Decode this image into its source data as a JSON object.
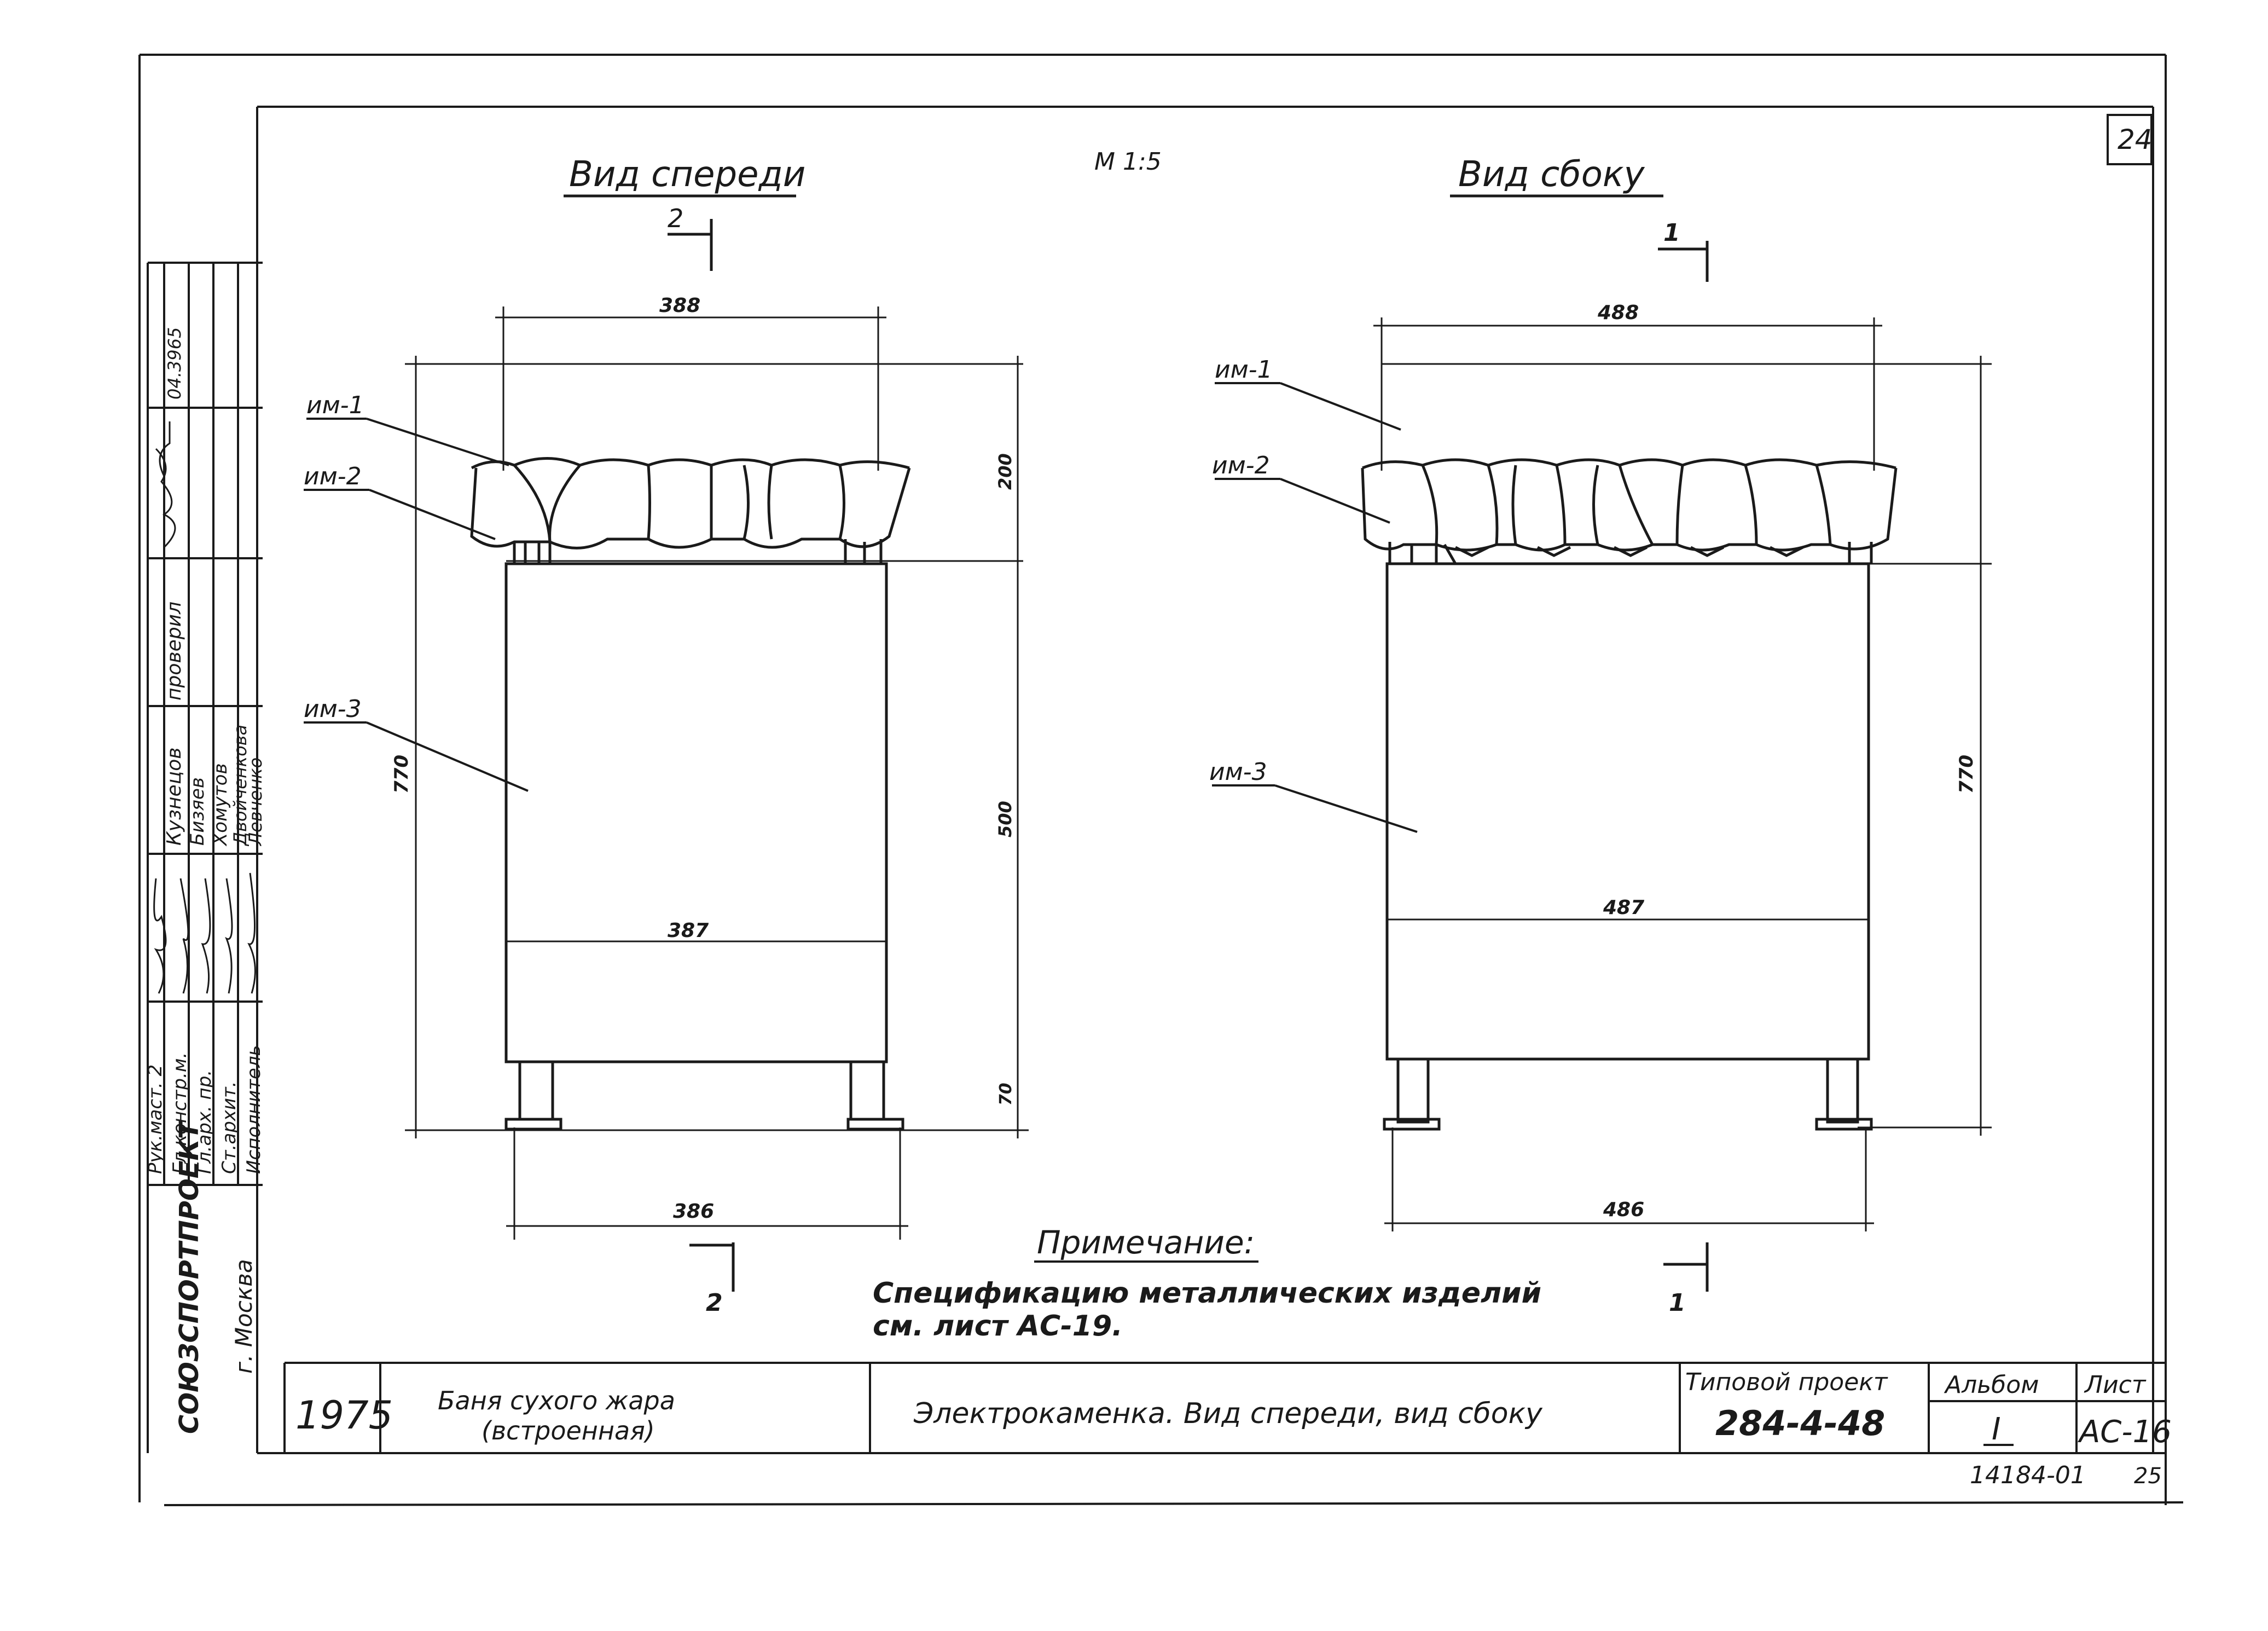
{
  "sheet_number": "24",
  "scale": "M 1:5",
  "front_view": {
    "title": "Вид спереди",
    "section_mark": "2",
    "dim_top": "388",
    "dim_mid": "387",
    "dim_bottom": "386",
    "dim_total_height": "770",
    "dim_top_height": "200",
    "dim_body_height": "500",
    "dim_leg_height": "70",
    "labels": [
      "им-1",
      "им-2",
      "им-3"
    ]
  },
  "side_view": {
    "title": "Вид сбоку",
    "section_mark": "1",
    "dim_top": "488",
    "dim_mid": "487",
    "dim_bottom": "486",
    "dim_total_height": "770",
    "labels": [
      "им-1",
      "им-2",
      "им-3"
    ]
  },
  "note": {
    "heading": "Примечание:",
    "line1": "Спецификацию металлических изделий",
    "line2": "см. лист АС-19."
  },
  "left_stamp": {
    "org": "СОЮЗСПОРТПРОЕКТ",
    "city": "г. Москва",
    "roles": [
      "Рук.маст. 2",
      "Гл.констр.м.",
      "Гл.арх. пр.",
      "Ст.архит.",
      "Исполнитель"
    ],
    "names": [
      "Кузнецов",
      "Бизяев",
      "Хомутов",
      "Двойченкова",
      "Левченко"
    ],
    "checked": "проверил",
    "inv": "04.3965"
  },
  "title_block": {
    "year": "1975",
    "object_line1": "Баня сухого жара",
    "object_line2": "(встроенная)",
    "drawing_title": "Электрокаменка. Вид спереди, вид сбоку",
    "project_label": "Типовой проект",
    "project_number": "284-4-48",
    "album_label": "Альбом",
    "album_value": "I",
    "sheet_label": "Лист",
    "sheet_value": "АС-16",
    "archive_number": "14184-01",
    "page_number": "25"
  }
}
